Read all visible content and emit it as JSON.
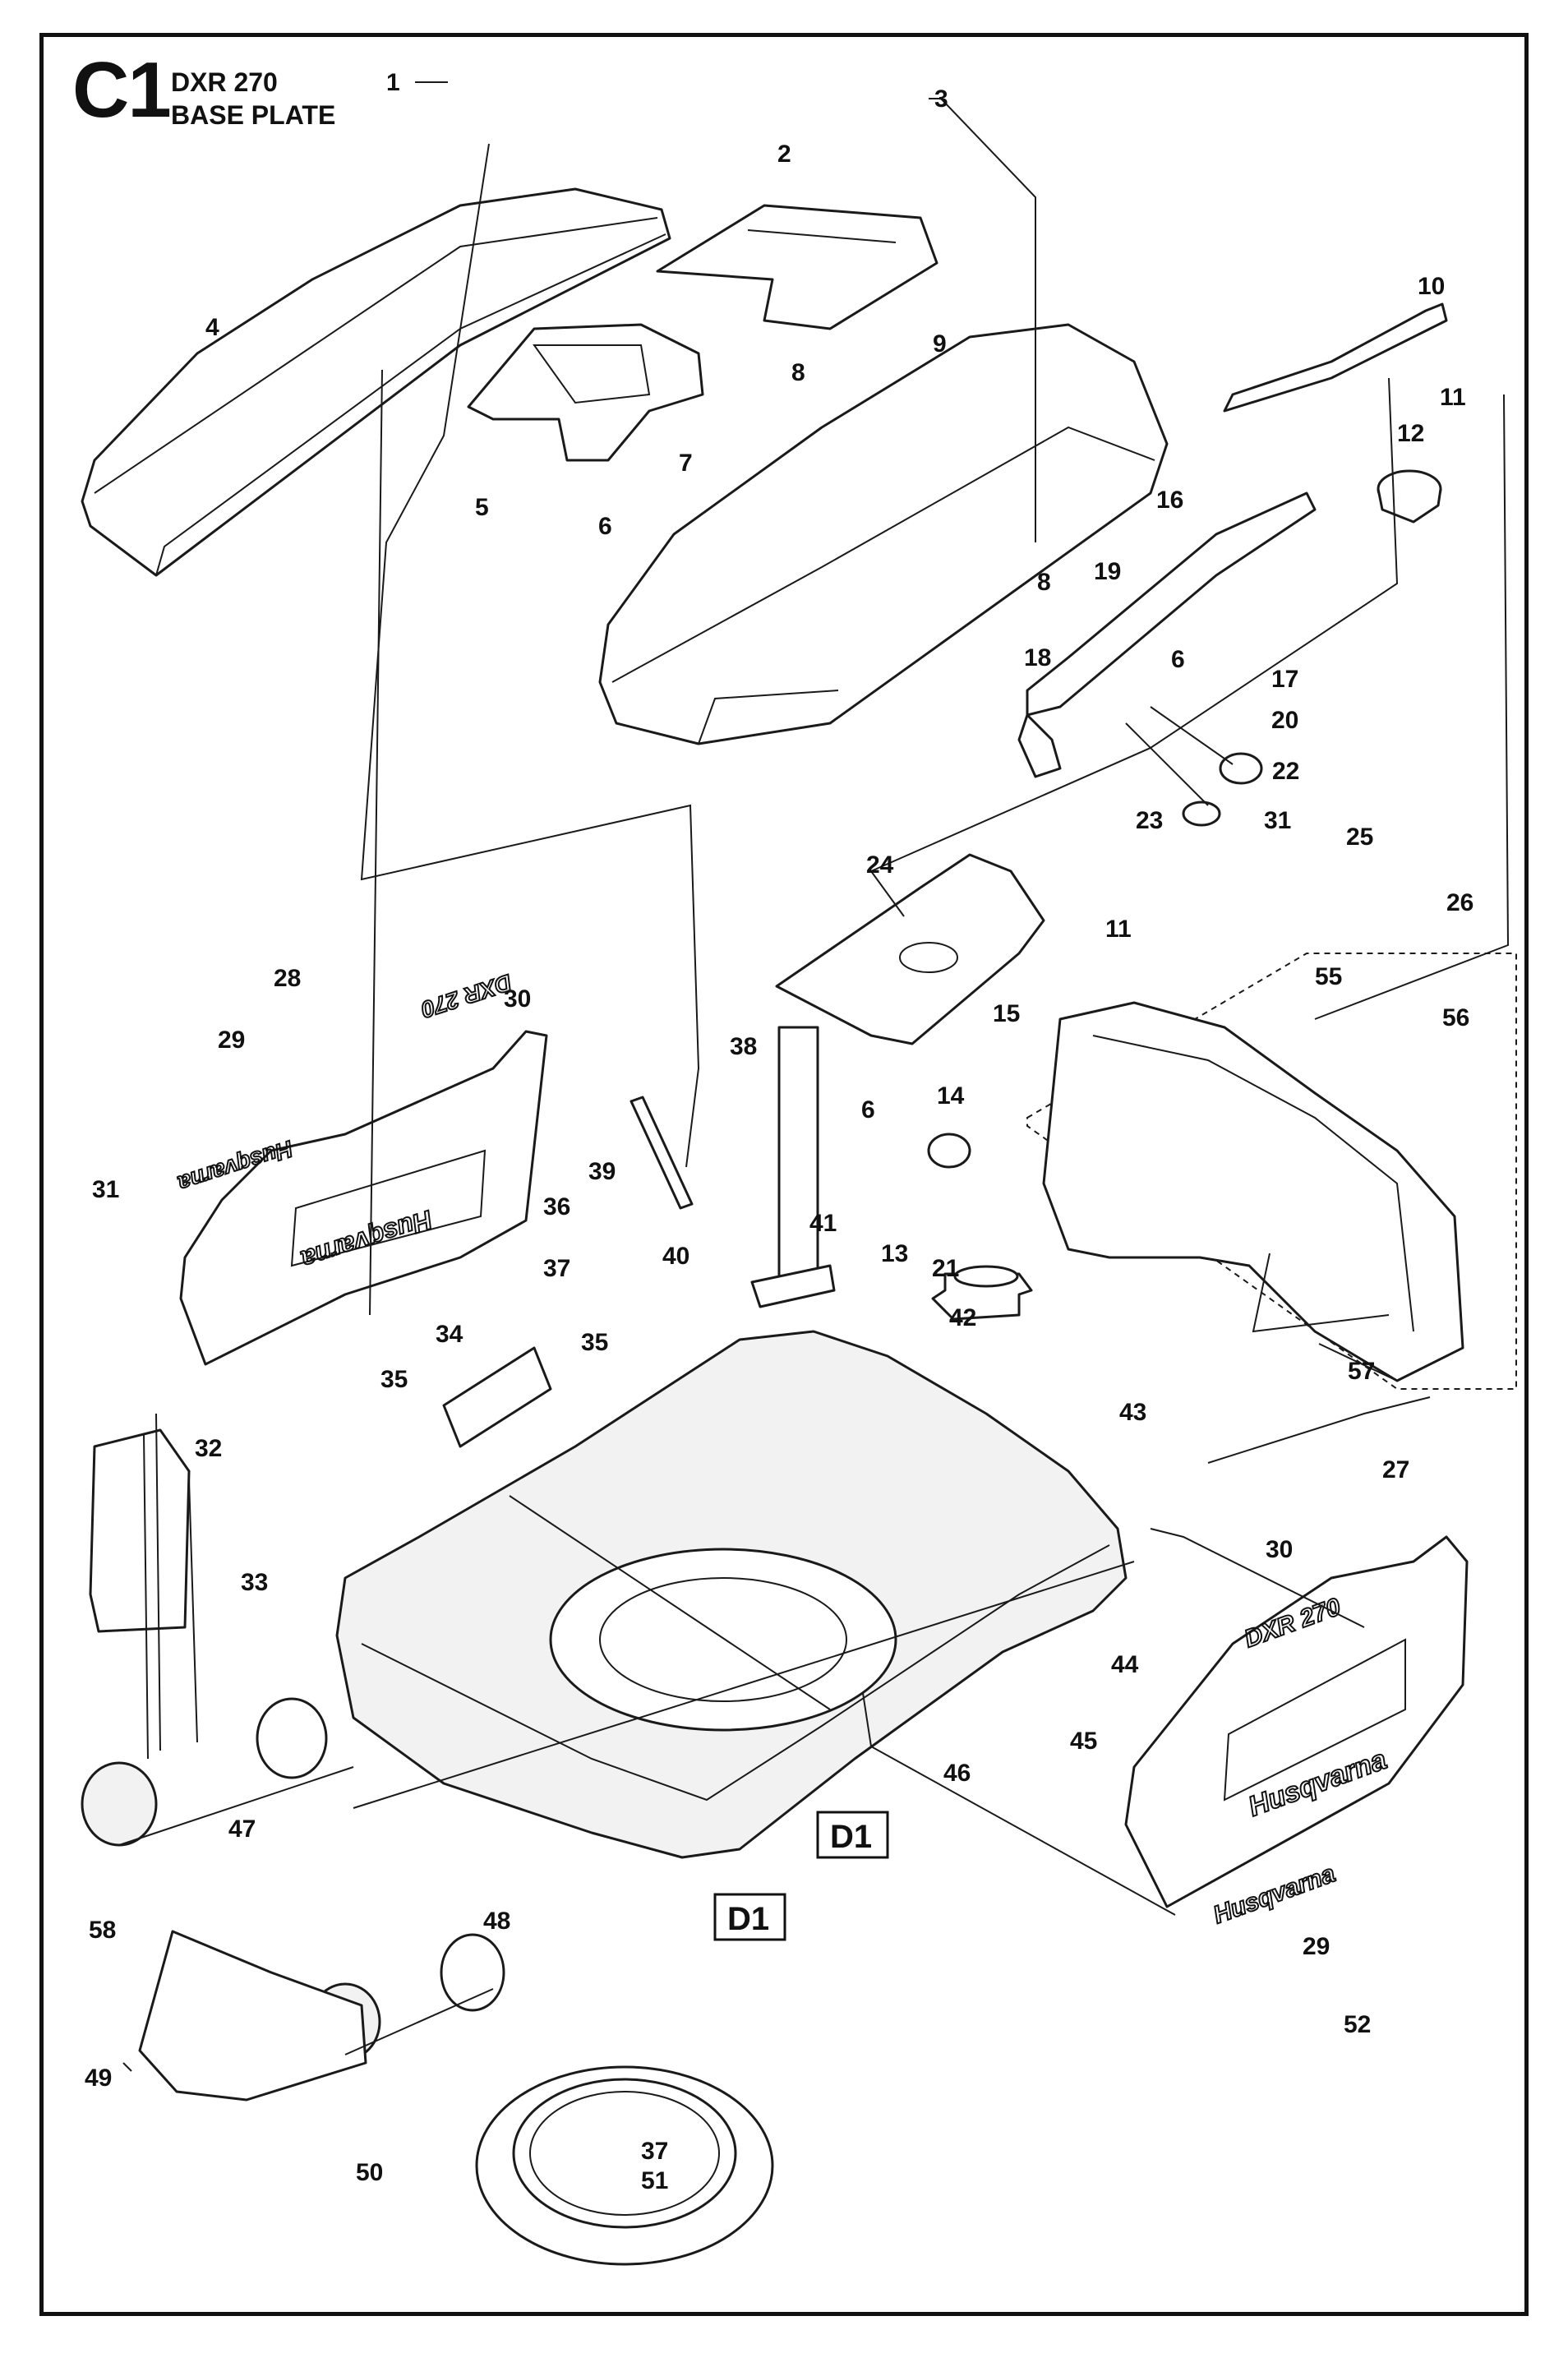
{
  "header": {
    "code": "C1",
    "model": "DXR 270",
    "title": "BASE PLATE"
  },
  "decals": {
    "model_name": "DXR 270",
    "brand": "Husqvarna"
  },
  "section_refs": [
    "D1",
    "D1"
  ],
  "callouts": [
    "1",
    "2",
    "3",
    "4",
    "5",
    "6",
    "6",
    "6",
    "7",
    "8",
    "8",
    "9",
    "10",
    "11",
    "11",
    "12",
    "13",
    "14",
    "15",
    "16",
    "17",
    "18",
    "19",
    "20",
    "21",
    "22",
    "23",
    "24",
    "25",
    "26",
    "27",
    "28",
    "29",
    "29",
    "30",
    "30",
    "31",
    "31",
    "32",
    "33",
    "34",
    "35",
    "35",
    "36",
    "37",
    "37",
    "38",
    "39",
    "40",
    "41",
    "42",
    "43",
    "44",
    "45",
    "46",
    "47",
    "48",
    "49",
    "50",
    "51",
    "52",
    "55",
    "56",
    "57",
    "58"
  ]
}
